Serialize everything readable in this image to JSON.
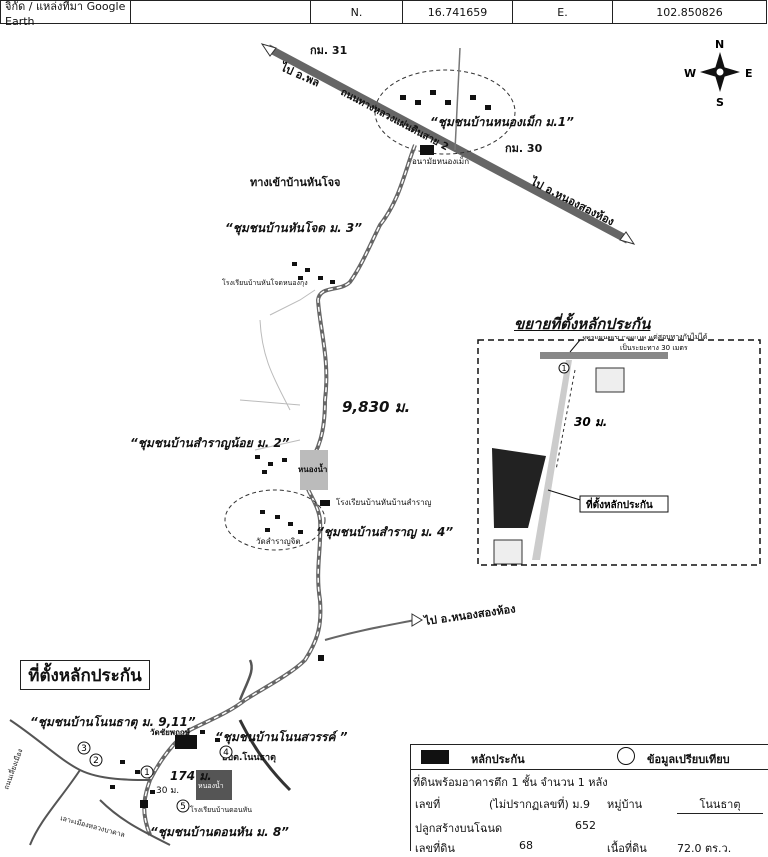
{
  "header": {
    "source_label": "จิกัด / แหล่งที่มา Google Earth",
    "n_label": "N.",
    "n_value": "16.741659",
    "e_label": "E.",
    "e_value": "102.850826"
  },
  "compass": {
    "n": "N",
    "s": "S",
    "e": "E",
    "w": "W"
  },
  "labels": {
    "km31": "กม. 31",
    "km30": "กม. 30",
    "to_phon": "ไป อ.พล",
    "highway": "ถนนทางหลวงแผ่นดินสาย 2",
    "to_nongsonghong": "ไป อ.หนองสองห้อง",
    "to_nongsonghong2": "ไป อ.หนองสองห้อง",
    "community1": "“ชุมชนบ้านหนองเม็ก ม.1”",
    "school_nongmek": "อนามัยหนองเม็ก",
    "road_honjot": "ทางเข้าบ้านหันโจจ",
    "community3": "“ชุมชนบ้านหันโจด ม. 3”",
    "school_honjot": "โรงเรียนบ้านหันโจดหนองกุง",
    "distance": "9,830 ม.",
    "community2": "“ชุมชนบ้านสำราญน้อย ม. 2”",
    "pond": "หนองน้ำ",
    "school_samran": "โรงเรียนบ้านหันบ้านสำราญ",
    "community4": "“ชุมชนบ้านสำราญ ม. 4”",
    "temple_samran": "วัดสำราญจิต",
    "community911": "“ชุมชนบ้านโนนธาตุ ม. 9,11”",
    "temple_phin": "วัดชัยพฤกษ์",
    "community_nonsawan": "“ชุมชนบ้านโนนสวรรค์ ”",
    "health_nontat": "อบต.โนนธาตุ",
    "dist174": "174 ม.",
    "dist30b": "30 ม.",
    "pond2": "หนองน้ำ",
    "school_nonhan": "โรงเรียนบ้านดอนหัน",
    "community8": "“ชุมชนบ้านดอนหัน ม. 8”",
    "road_left1": "ถนนเลี่ยงเมือง",
    "road_left2": "เลาะเมืองหลวงบาดาล"
  },
  "location_box": "ที่ตั้งหลักประกัน",
  "inset": {
    "title": "ขยายที่ตั้งหลักประกัน",
    "note1": "จุดรถยนต์เข้า-ออกได้ แต่สอบทางกับไม่ได้",
    "note2": "เป็นระยะทาง 30 เมตร",
    "distance": "30 ม.",
    "location_label": "ที่ตั้งหลักประกัน",
    "marker": "1"
  },
  "markers": [
    "1",
    "2",
    "3",
    "4",
    "5"
  ],
  "legend": {
    "collateral": "หลักประกัน",
    "comparison": "ข้อมูลเปรียบเทียบ",
    "desc": "ที่ดินพร้อมอาคารตึก 1 ชั้น จำนวน 1 หลัง",
    "house_no_label": "เลขที่",
    "house_no_value": "(ไม่ปรากฏเลขที่) ม.9",
    "village_label": "หมู่บ้าน",
    "village_value": "โนนธาตุ",
    "deed_label": "ปลูกสร้างบนโฉนด",
    "deed_value": "652",
    "land_no_label": "เลขที่ดิน",
    "land_no_value": "68",
    "area_label": "เนื้อที่ดิน",
    "area_value": "72.0 ตร.ว."
  },
  "colors": {
    "road": "#555555",
    "highway": "#666666",
    "land": "#222222",
    "ink": "#111111"
  }
}
